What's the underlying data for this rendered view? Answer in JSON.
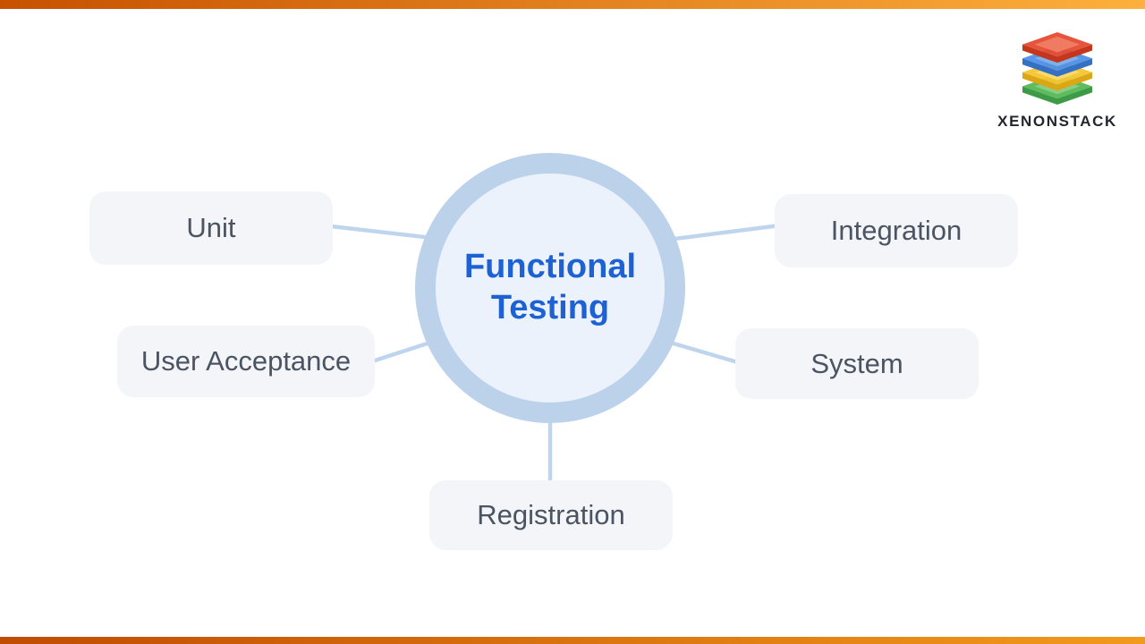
{
  "brand": {
    "name": "XENONSTACK",
    "logo_layers": [
      {
        "name": "red",
        "top": "#E64B31",
        "side": "#C4371C",
        "inner": "#F07B63"
      },
      {
        "name": "blue",
        "top": "#4D8FE6",
        "side": "#3570C4",
        "inner": "#7FB0EE"
      },
      {
        "name": "yellow",
        "top": "#F4C430",
        "side": "#DCA714",
        "inner": "#F8D96A"
      },
      {
        "name": "green",
        "top": "#55B755",
        "side": "#3D9B47",
        "inner": "#88CF85"
      }
    ]
  },
  "diagram": {
    "center": {
      "label": "Functional Testing"
    },
    "nodes": [
      {
        "id": "unit",
        "label": "Unit"
      },
      {
        "id": "integration",
        "label": "Integration"
      },
      {
        "id": "user-acceptance",
        "label": "User Acceptance"
      },
      {
        "id": "system",
        "label": "System"
      },
      {
        "id": "registration",
        "label": "Registration"
      }
    ]
  },
  "theme": {
    "top_bar_from": "#C75100",
    "top_bar_to": "#FDB03C",
    "bottom_bar_from": "#C04C02",
    "bottom_bar_to": "#F29A1C",
    "ring_color": "#BCD2EA",
    "circle_fill": "#EBF2FC",
    "center_text": "#1D61D5",
    "node_bg": "#F3F5F8",
    "node_text": "#4A5462",
    "connector": "#BFD5EE",
    "brand_text": "#23262C"
  }
}
